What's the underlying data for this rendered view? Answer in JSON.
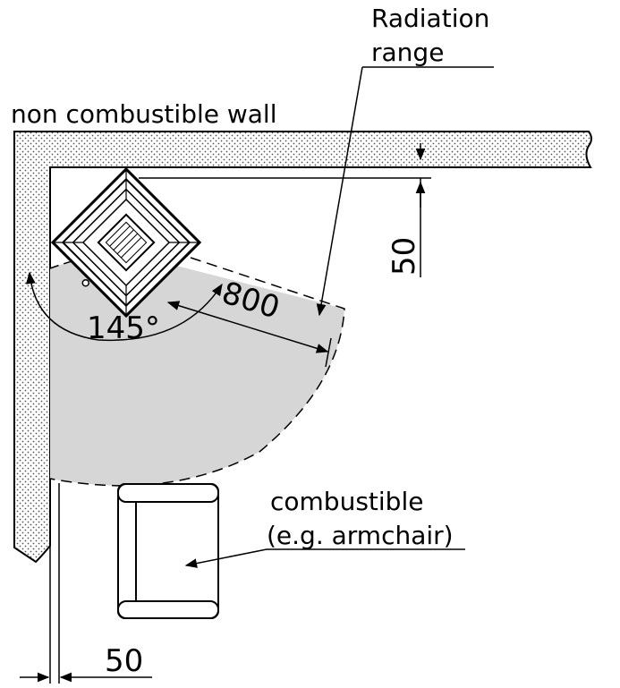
{
  "labels": {
    "wall": "non combustible wall",
    "radiation_line1": "Radiation",
    "radiation_line2": "range",
    "combustible_line1": "combustible",
    "combustible_line2": "(e.g. armchair)"
  },
  "dimensions": {
    "top_clearance": "50",
    "side_clearance": "50",
    "radiation_distance": "800",
    "radiation_angle": "145°"
  },
  "colors": {
    "line": "#000000",
    "radiation_fill": "#d6d6d6",
    "wall_fill": "#ffffff",
    "wall_dots": "#555555"
  }
}
